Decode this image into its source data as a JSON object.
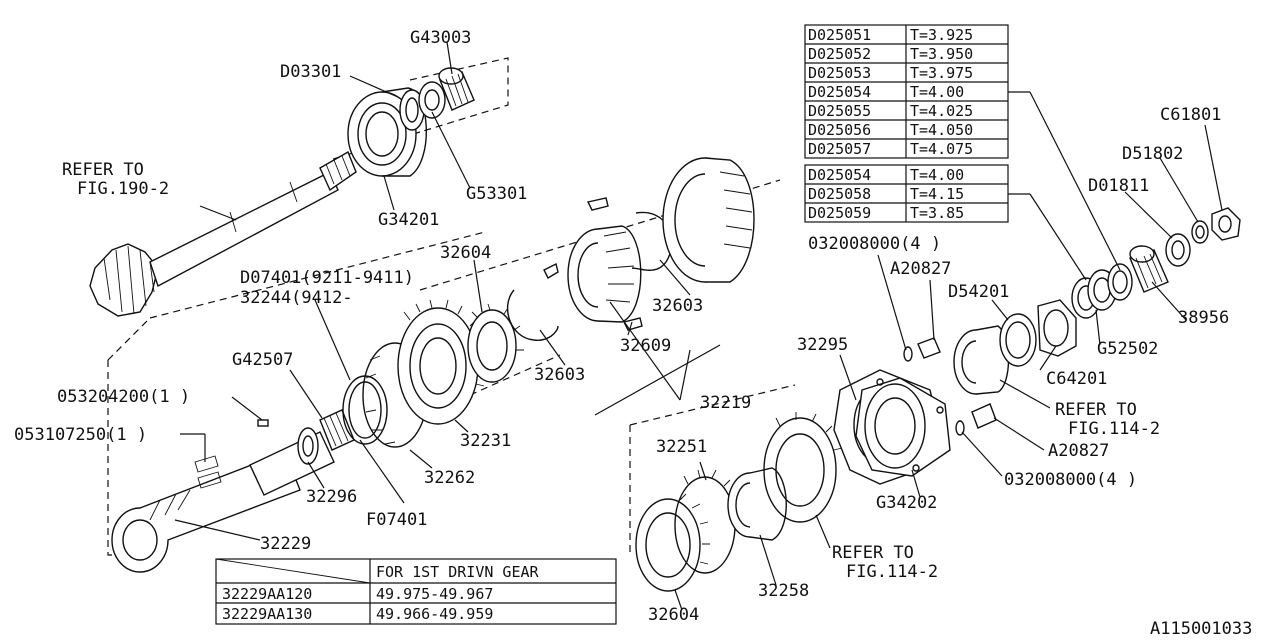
{
  "labels": {
    "g43003": "G43003",
    "d03301": "D03301",
    "refer_fig190_line1": "REFER TO",
    "refer_fig190_line2": "FIG.190-2",
    "g53301": "G53301",
    "g34201": "G34201",
    "p32604_top": "32604",
    "d07401": "D07401(9211-9411)",
    "p32244": "32244(9412-",
    "g42507": "G42507",
    "p053204200": "053204200(1  )",
    "p053107250": "053107250(1  )",
    "p32296": "32296",
    "f07401": "F07401",
    "p32229": "32229",
    "p32231": "32231",
    "p32262": "32262",
    "p32603_right": "32603",
    "p32603_left": "32603",
    "p32609": "32609",
    "p32219": "32219",
    "p032008000_top": "032008000(4  )",
    "a20827_top": "A20827",
    "d54201": "D54201",
    "p32295": "32295",
    "c64201": "C64201",
    "g52502": "G52502",
    "refer_fig114_a_line1": "REFER TO",
    "refer_fig114_a_line2": "FIG.114-2",
    "a20827_bottom": "A20827",
    "p032008000_bottom": "032008000(4  )",
    "g34202": "G34202",
    "p32251": "32251",
    "refer_fig114_b_line1": "REFER TO",
    "refer_fig114_b_line2": "FIG.114-2",
    "p32258": "32258",
    "p32604_bottom": "32604",
    "c61801": "C61801",
    "d51802": "D51802",
    "d01811": "D01811",
    "p38956": "38956",
    "figure_id": "A115001033"
  },
  "shim_table_1": [
    {
      "part": "D025051",
      "thickness": "T=3.925"
    },
    {
      "part": "D025052",
      "thickness": "T=3.950"
    },
    {
      "part": "D025053",
      "thickness": "T=3.975"
    },
    {
      "part": "D025054",
      "thickness": "T=4.00"
    },
    {
      "part": "D025055",
      "thickness": "T=4.025"
    },
    {
      "part": "D025056",
      "thickness": "T=4.050"
    },
    {
      "part": "D025057",
      "thickness": "T=4.075"
    }
  ],
  "shim_table_2": [
    {
      "part": "D025054",
      "thickness": "T=4.00"
    },
    {
      "part": "D025058",
      "thickness": "T=4.15"
    },
    {
      "part": "D025059",
      "thickness": "T=3.85"
    }
  ],
  "gear_table": {
    "header": "FOR 1ST DRIVN GEAR",
    "rows": [
      {
        "part": "32229AA120",
        "range": "49.975-49.967"
      },
      {
        "part": "32229AA130",
        "range": "49.966-49.959"
      }
    ]
  }
}
